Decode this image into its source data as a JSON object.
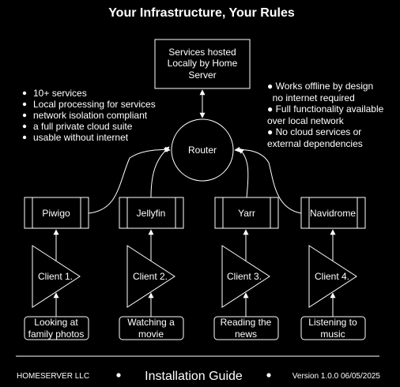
{
  "title": "Your Infrastructure, Your Rules",
  "home_server": {
    "lines": [
      "Services hosted",
      "Locally by Home",
      "Server"
    ]
  },
  "router": {
    "label": "Router"
  },
  "left_bullets": [
    "10+ services",
    "Local processing for services",
    "network isolation compliant",
    "a full private cloud suite",
    "usable without internet"
  ],
  "right_bullets": [
    {
      "lines": [
        "● Works offline by design",
        "  no internet required"
      ]
    },
    {
      "lines": [
        "● Full functionality available",
        "over local network"
      ]
    },
    {
      "lines": [
        "● No cloud services or",
        "external dependencies"
      ]
    }
  ],
  "services": [
    {
      "name": "Piwigo"
    },
    {
      "name": "Jellyfin"
    },
    {
      "name": "Yarr"
    },
    {
      "name": "Navidrome"
    }
  ],
  "clients": [
    {
      "name": "Client 1."
    },
    {
      "name": "Client 2."
    },
    {
      "name": "Client 3."
    },
    {
      "name": "Client 4."
    }
  ],
  "activities": [
    {
      "lines": [
        "Looking at",
        "family photos"
      ]
    },
    {
      "lines": [
        "Watching a",
        "movie"
      ]
    },
    {
      "lines": [
        "Reading the",
        "news"
      ]
    },
    {
      "lines": [
        "Listening to",
        "music"
      ]
    }
  ],
  "footer": {
    "company": "HOMESERVER LLC",
    "guide": "Installation Guide",
    "version": "Version 1.0.0 06/05/2025"
  },
  "colors": {
    "background": "#000000",
    "foreground": "#ffffff"
  }
}
